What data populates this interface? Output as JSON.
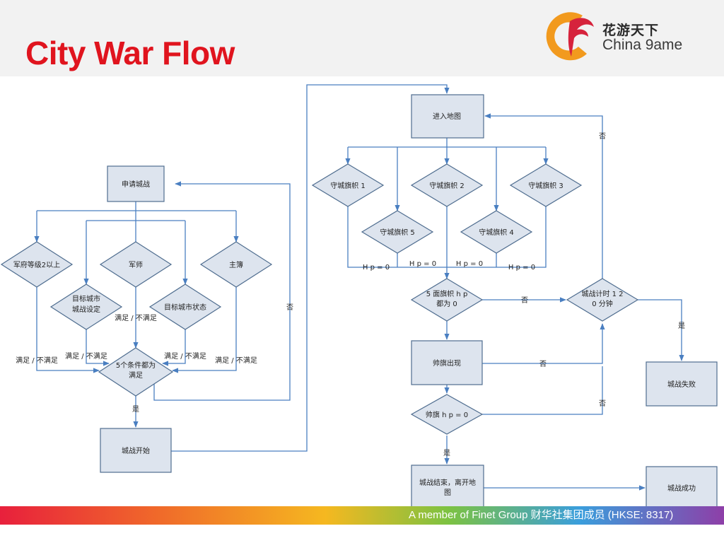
{
  "title": "City War Flow",
  "logo": {
    "cn": "花游天下",
    "en": "China 9ame"
  },
  "footer": "A member of Finet Group 财华社集团成员 (HKSE: 8317)",
  "nodes": {
    "apply": "申请城战",
    "rank": "军府等级2以上",
    "advisor": "军师",
    "lord": "主簿",
    "target_setting_1": "目标城市",
    "target_setting_2": "城战设定",
    "target_status": "目标城市状态",
    "five_cond_1": "5个条件都为",
    "five_cond_2": "满足",
    "start": "城战开始",
    "enter_map": "进入地图",
    "flag1": "守城旗帜 1",
    "flag2": "守城旗帜 2",
    "flag3": "守城旗帜 3",
    "flag4": "守城旗帜 4",
    "flag5": "守城旗帜 5",
    "five_flags_1": "5 面旗帜 h p",
    "five_flags_2": "都为 0",
    "timer_1": "城战计时 1 2",
    "timer_2": "0 分钟",
    "commander_flag": "帅旗出现",
    "commander_hp": "帅旗 h p = 0",
    "end_1": "城战结束，离开地",
    "end_2": "图",
    "fail": "城战失败",
    "success": "城战成功"
  },
  "labels": {
    "sat_or_not": "满足 / 不满足",
    "yes": "是",
    "no": "否",
    "hp0": "H p = 0"
  }
}
